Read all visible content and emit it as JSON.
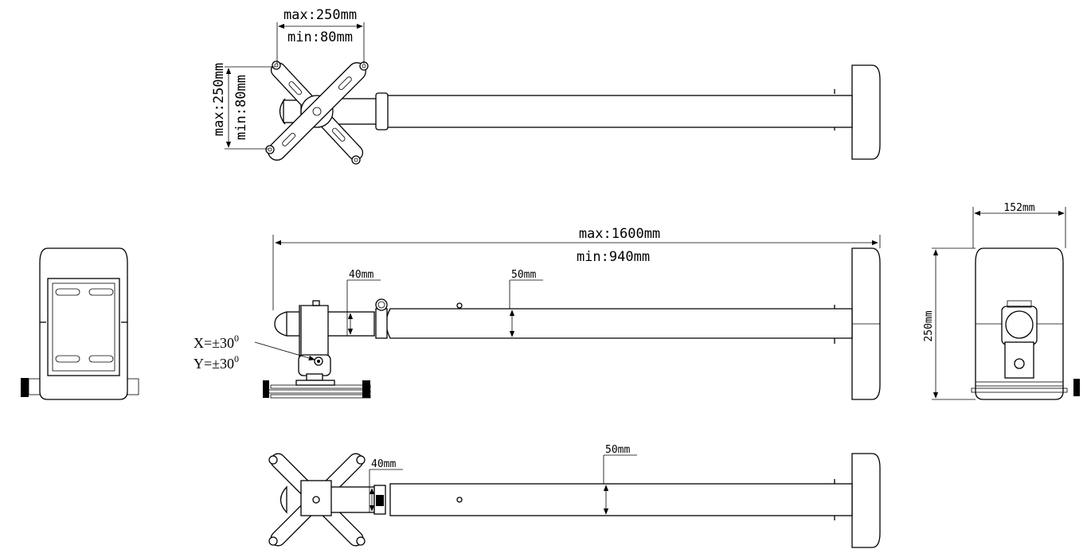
{
  "top_view": {
    "width_max": "max:250mm",
    "width_min": "min:80mm",
    "height_max": "max:250mm",
    "height_min": "min:80mm"
  },
  "side_view": {
    "length_max": "max:1600mm",
    "length_min": "min:940mm",
    "inner_tube": "40mm",
    "outer_tube": "50mm",
    "tilt_x": "X=±30",
    "tilt_y": "Y=±30",
    "degree_mark": "0"
  },
  "end_view": {
    "plate_width": "152mm",
    "plate_height": "250mm"
  },
  "bottom_view": {
    "inner_tube": "40mm",
    "outer_tube": "50mm"
  }
}
